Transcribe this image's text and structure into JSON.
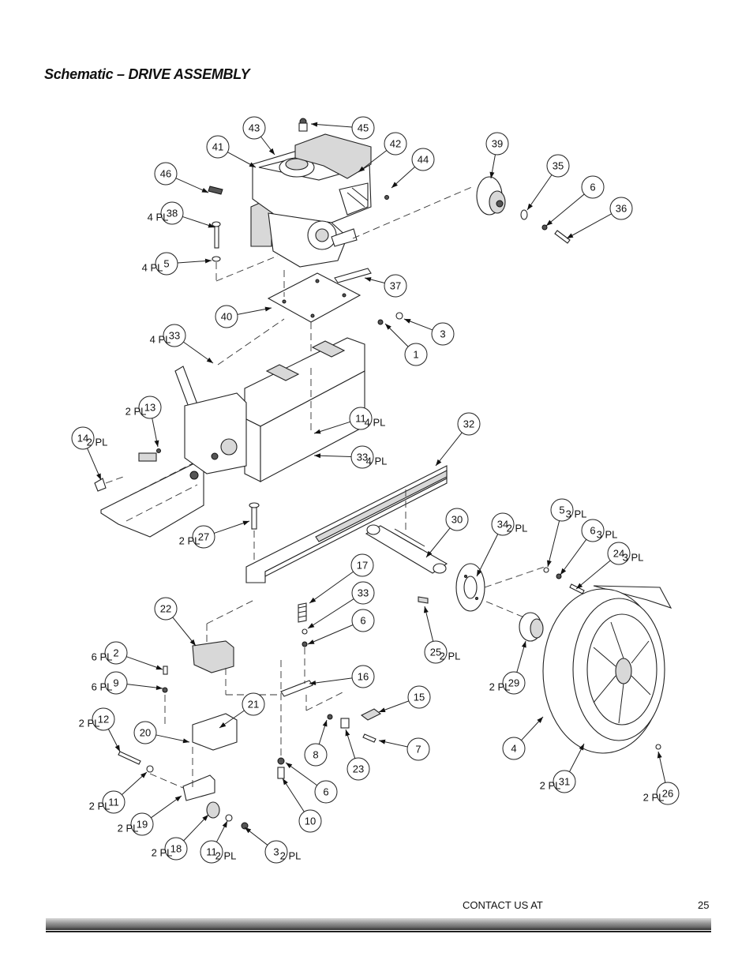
{
  "page": {
    "title": "Schematic – DRIVE ASSEMBLY",
    "footer_contact": "CONTACT US AT",
    "page_number": "25"
  },
  "callouts": [
    {
      "id": "45",
      "qty": ""
    },
    {
      "id": "43",
      "qty": ""
    },
    {
      "id": "42",
      "qty": ""
    },
    {
      "id": "41",
      "qty": ""
    },
    {
      "id": "44",
      "qty": ""
    },
    {
      "id": "46",
      "qty": ""
    },
    {
      "id": "39",
      "qty": ""
    },
    {
      "id": "35",
      "qty": ""
    },
    {
      "id": "6",
      "qty": ""
    },
    {
      "id": "36",
      "qty": ""
    },
    {
      "id": "38",
      "qty": "4 PL"
    },
    {
      "id": "5",
      "qty": "4 PL"
    },
    {
      "id": "37",
      "qty": ""
    },
    {
      "id": "40",
      "qty": ""
    },
    {
      "id": "3",
      "qty": ""
    },
    {
      "id": "1",
      "qty": ""
    },
    {
      "id": "33",
      "qty": "4 PL"
    },
    {
      "id": "13",
      "qty": "2 PL"
    },
    {
      "id": "14",
      "qty": "2 PL"
    },
    {
      "id": "11",
      "qty": "4 PL"
    },
    {
      "id": "33",
      "qty": "4 PL"
    },
    {
      "id": "32",
      "qty": ""
    },
    {
      "id": "30",
      "qty": ""
    },
    {
      "id": "34",
      "qty": "2 PL"
    },
    {
      "id": "5",
      "qty": "3 PL"
    },
    {
      "id": "6",
      "qty": "3 PL"
    },
    {
      "id": "24",
      "qty": "3 PL"
    },
    {
      "id": "27",
      "qty": "2 PL"
    },
    {
      "id": "17",
      "qty": ""
    },
    {
      "id": "33",
      "qty": ""
    },
    {
      "id": "6",
      "qty": ""
    },
    {
      "id": "22",
      "qty": ""
    },
    {
      "id": "2",
      "qty": "6 PL"
    },
    {
      "id": "25",
      "qty": "2 PL"
    },
    {
      "id": "16",
      "qty": ""
    },
    {
      "id": "9",
      "qty": "6 PL"
    },
    {
      "id": "29",
      "qty": "2 PL"
    },
    {
      "id": "21",
      "qty": ""
    },
    {
      "id": "15",
      "qty": ""
    },
    {
      "id": "12",
      "qty": "2 PL"
    },
    {
      "id": "20",
      "qty": ""
    },
    {
      "id": "8",
      "qty": ""
    },
    {
      "id": "7",
      "qty": ""
    },
    {
      "id": "23",
      "qty": ""
    },
    {
      "id": "4",
      "qty": ""
    },
    {
      "id": "31",
      "qty": "2 PL"
    },
    {
      "id": "26",
      "qty": "2 PL"
    },
    {
      "id": "11",
      "qty": "2 PL"
    },
    {
      "id": "6",
      "qty": ""
    },
    {
      "id": "19",
      "qty": "2 PL"
    },
    {
      "id": "10",
      "qty": ""
    },
    {
      "id": "18",
      "qty": "2 PL"
    },
    {
      "id": "11",
      "qty": "2 PL"
    },
    {
      "id": "3",
      "qty": "2 PL"
    }
  ]
}
